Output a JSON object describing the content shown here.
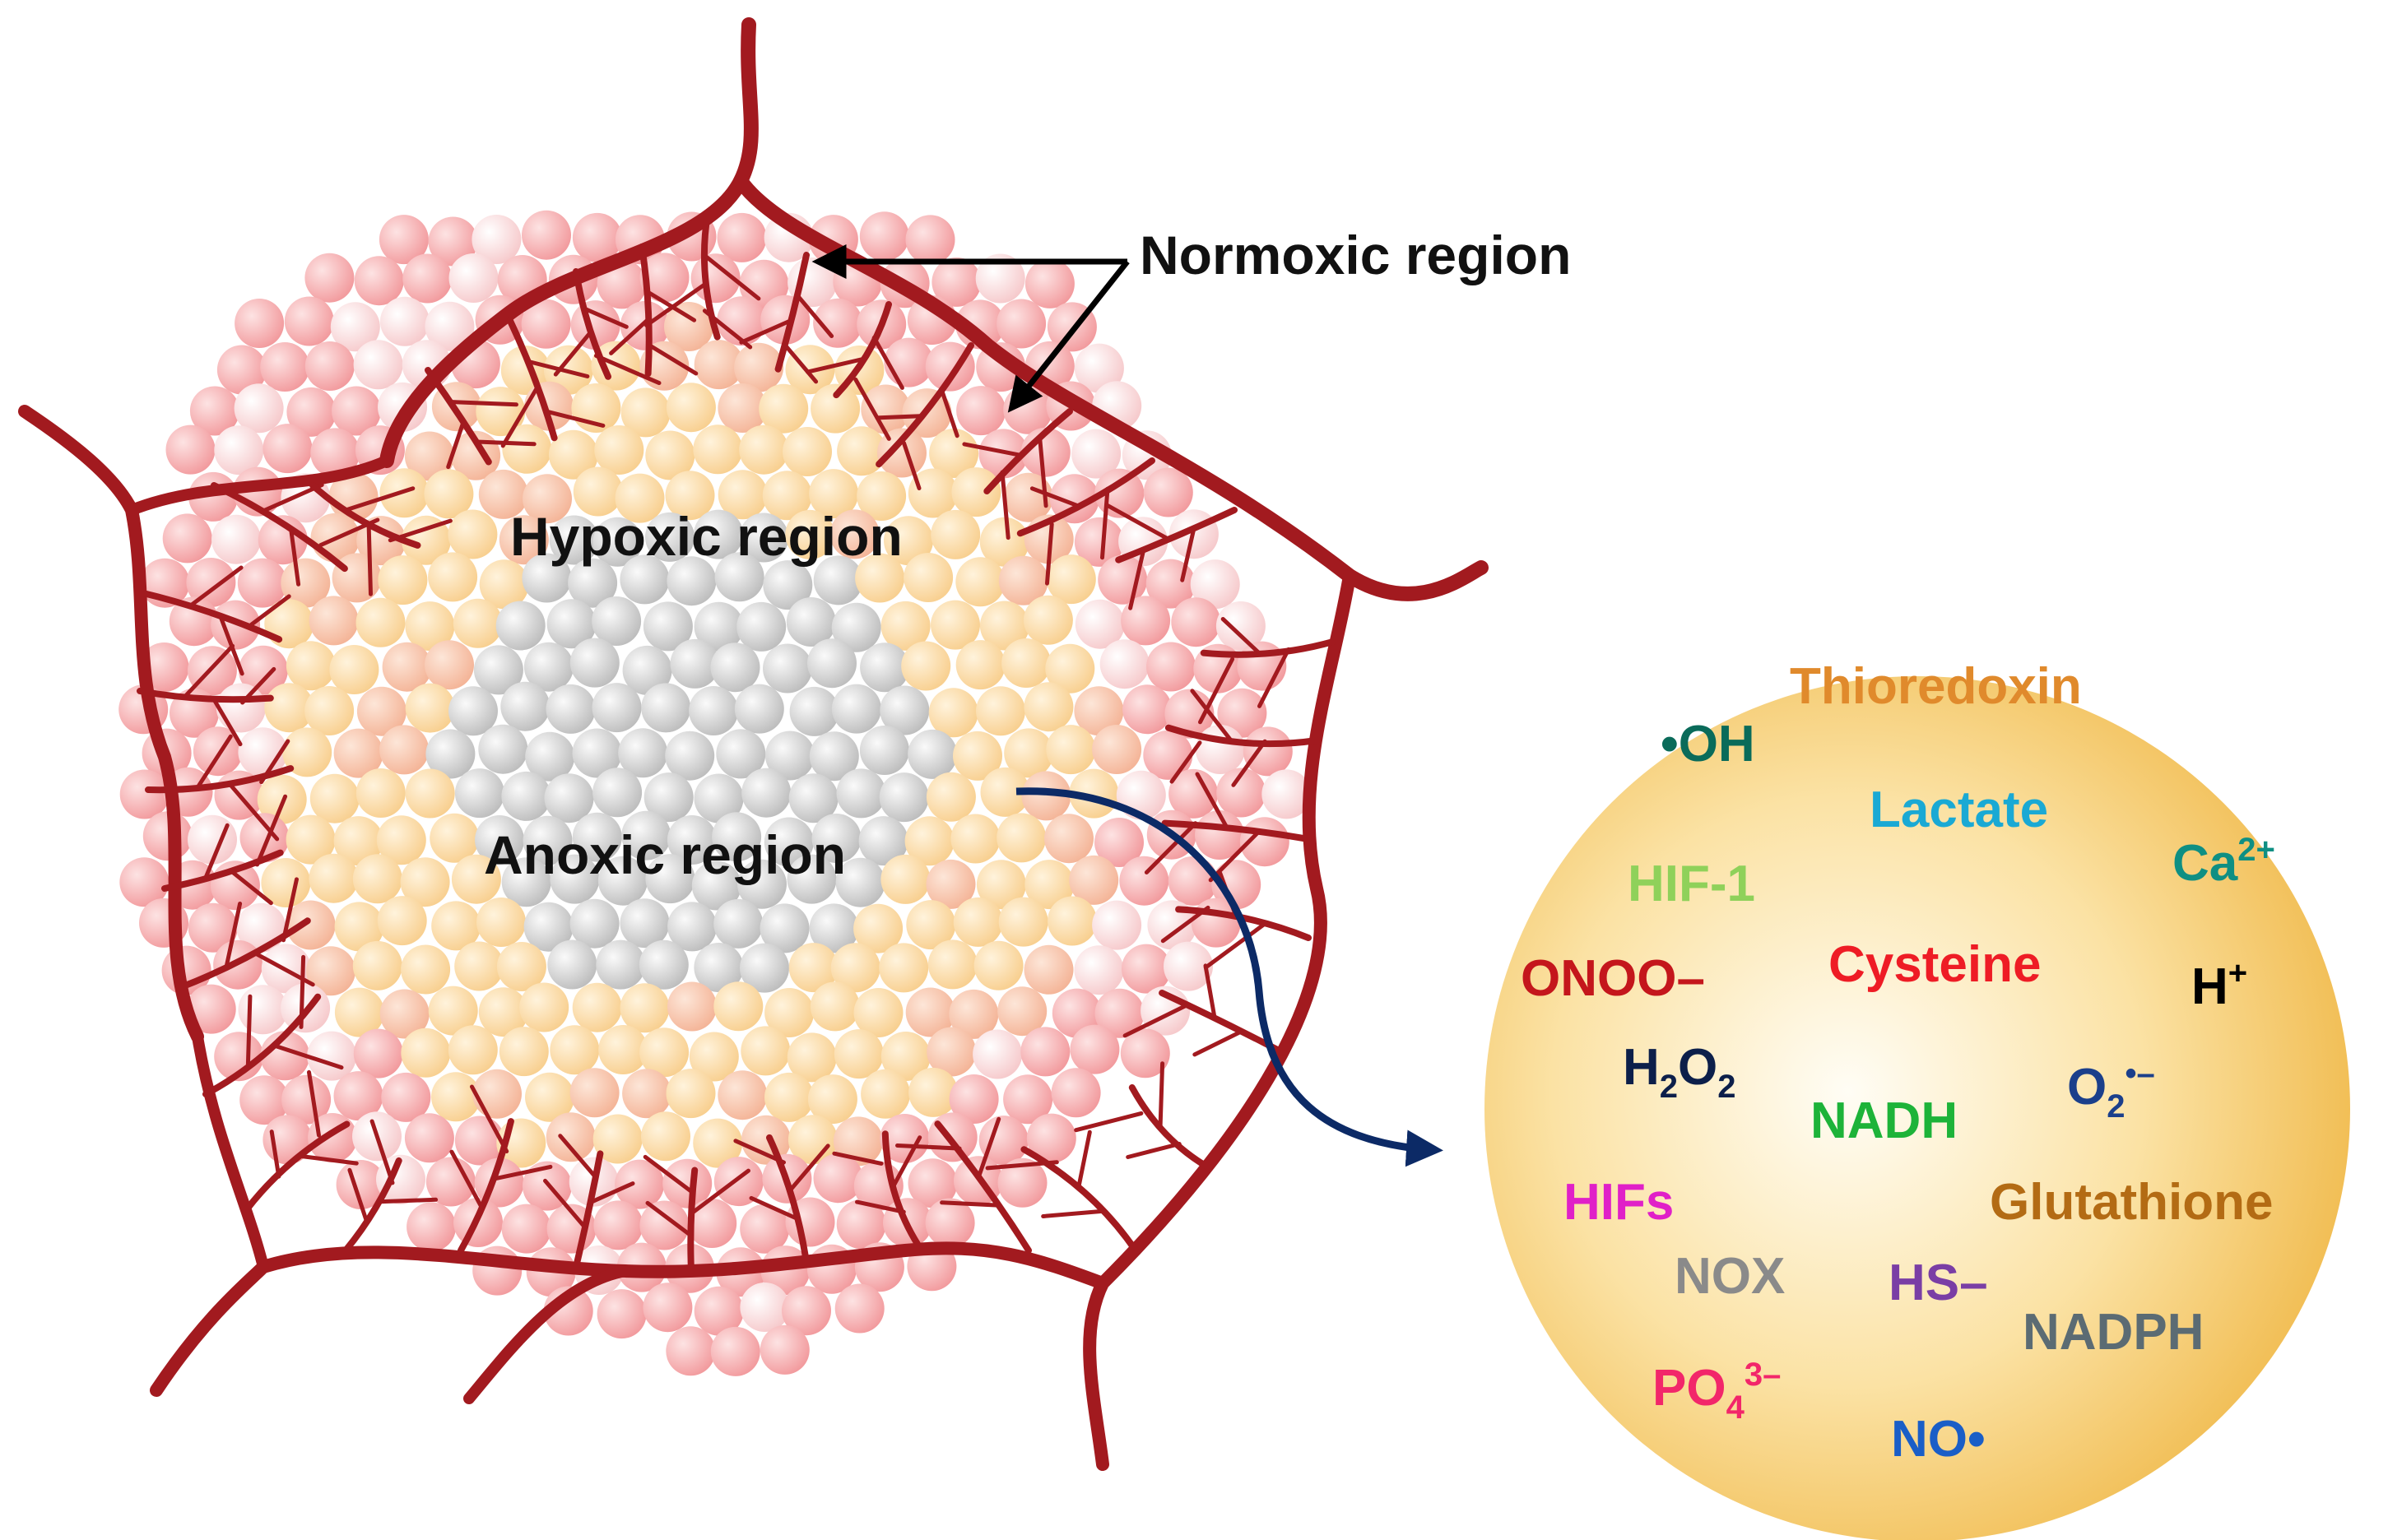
{
  "regions": {
    "normoxic": "Normoxic region",
    "hypoxic": "Hypoxic region",
    "anoxic": "Anoxic region"
  },
  "cell_colors": {
    "normoxic": "#f4a7a9",
    "hypoxic": "#fbd9a3",
    "transition": "#f8c3a8",
    "anoxic": "#c9c9c9",
    "vessel": "#a21a1f"
  },
  "circle_colors": {
    "center": "#fffbf0",
    "edge": "#f0c04c",
    "arrow": "#0c2a66"
  },
  "molecules": {
    "thioredoxin": "Thioredoxin",
    "oh": "•OH",
    "lactate": "Lactate",
    "ca": {
      "base": "Ca",
      "sup": "2+"
    },
    "hif1": "HIF-1",
    "onoo": "ONOO–",
    "cysteine": "Cysteine",
    "h": {
      "base": "H",
      "sup": "+"
    },
    "h2o2": {
      "h": "H",
      "s1": "2",
      "o": "O",
      "s2": "2"
    },
    "nadh": "NADH",
    "o2": {
      "base": "O",
      "sub": "2",
      "sup": "•–"
    },
    "hifs": "HIFs",
    "glutathione": "Glutathione",
    "nox": "NOX",
    "hs": "HS–",
    "nadph": "NADPH",
    "po4": {
      "base": "PO",
      "sub": "4",
      "sup": "3–"
    },
    "no": "NO•"
  },
  "molecule_colors": {
    "thioredoxin": "#e08a2c",
    "oh": "#0a6b5a",
    "lactate": "#1aa9d4",
    "ca": "#0f8f83",
    "hif1": "#8fd15a",
    "onoo": "#c4161c",
    "cysteine": "#ee1c25",
    "h": "#000000",
    "h2o2": "#0c1f4a",
    "nadh": "#1db339",
    "o2": "#1b3f8b",
    "hifs": "#e020c8",
    "glutathione": "#b36b14",
    "nox": "#8a8a8a",
    "hs": "#7a3ea5",
    "nadph": "#5b6b73",
    "po4": "#f2266a",
    "no": "#1a5ec7"
  }
}
